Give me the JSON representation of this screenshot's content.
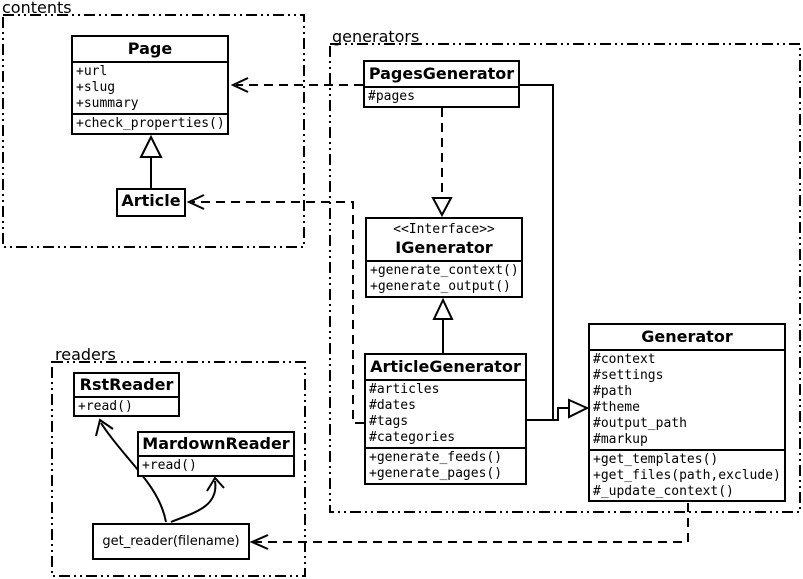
{
  "diagram": {
    "background_color": "#ffffff",
    "line_color": "#000000"
  },
  "packages": {
    "contents": {
      "label": "contents"
    },
    "generators": {
      "label": "generators"
    },
    "readers": {
      "label": "readers"
    }
  },
  "classes": {
    "page": {
      "name": "Page",
      "attributes": [
        "+url",
        "+slug",
        "+summary"
      ],
      "methods": [
        "+check_properties()"
      ]
    },
    "article": {
      "name": "Article"
    },
    "pages_generator": {
      "name": "PagesGenerator",
      "attributes": [
        "#pages"
      ]
    },
    "igenerator": {
      "stereotype": "<<Interface>>",
      "name": "IGenerator",
      "methods": [
        "+generate_context()",
        "+generate_output()"
      ]
    },
    "article_generator": {
      "name": "ArticleGenerator",
      "attributes": [
        "#articles",
        "#dates",
        "#tags",
        "#categories"
      ],
      "methods": [
        "+generate_feeds()",
        "+generate_pages()"
      ]
    },
    "generator": {
      "name": "Generator",
      "attributes": [
        "#context",
        "#settings",
        "#path",
        "#theme",
        "#output_path",
        "#markup"
      ],
      "methods": [
        "+get_templates()",
        "+get_files(path,exclude)",
        "#_update_context()"
      ]
    },
    "rst_reader": {
      "name": "RstReader",
      "methods": [
        "+read()"
      ]
    },
    "mardown_reader": {
      "name": "MardownReader",
      "methods": [
        "+read()"
      ]
    },
    "get_reader": {
      "label": "get_reader(filename)"
    }
  },
  "relationships": [
    {
      "from": "Article",
      "to": "Page",
      "type": "inheritance"
    },
    {
      "from": "PagesGenerator",
      "to": "Page",
      "type": "dependency"
    },
    {
      "from": "ArticleGenerator",
      "to": "Article",
      "type": "dependency"
    },
    {
      "from": "PagesGenerator",
      "to": "IGenerator",
      "type": "realization"
    },
    {
      "from": "ArticleGenerator",
      "to": "IGenerator",
      "type": "inheritance"
    },
    {
      "from": "PagesGenerator",
      "to": "Generator",
      "type": "inheritance"
    },
    {
      "from": "ArticleGenerator",
      "to": "Generator",
      "type": "inheritance"
    },
    {
      "from": "Generator",
      "to": "get_reader(filename)",
      "type": "dependency"
    },
    {
      "from": "get_reader(filename)",
      "to": "RstReader",
      "type": "arrow"
    },
    {
      "from": "get_reader(filename)",
      "to": "MardownReader",
      "type": "arrow"
    }
  ]
}
